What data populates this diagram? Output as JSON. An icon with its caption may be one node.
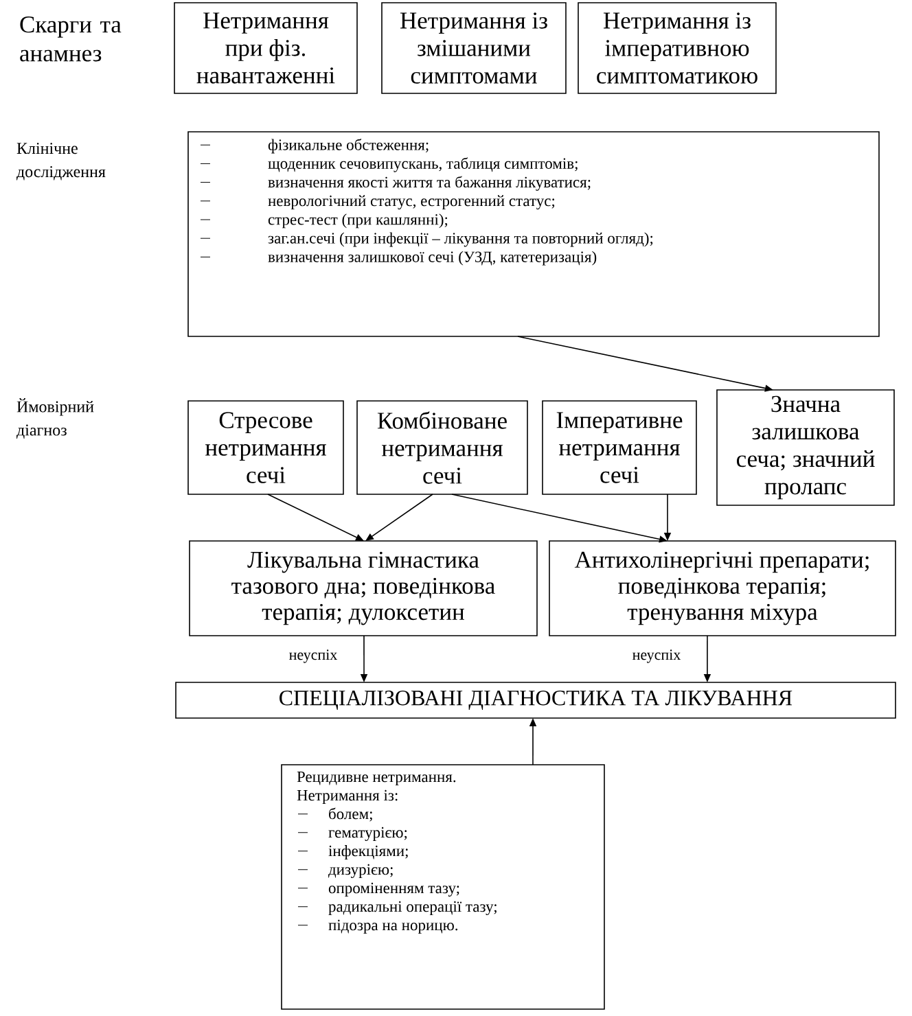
{
  "diagram": {
    "nodes": [
      {
        "text": [
          "Нетримання при фіз. навантаженні"
        ]
      },
      {
        "text": [
          "Нетримання із змішаними симптомами"
        ]
      },
      {
        "text": [
          "Нетримання із імперативною симптоматикою"
        ]
      },
      {
        "text": [
          "фізикальне обстеження;",
          "щоденник сечовипускань, таблиця симптомів;",
          "визначення якості життя та бажання лікуватися;",
          "неврологічний статус, естрогенний статус;",
          "стрес-тест (при кашлянні);",
          "заг.ан.сечі (при інфекції – лікування та повторний огляд);",
          "визначення залишкової сечі (УЗД, катетеризація)"
        ]
      },
      {
        "text": [
          "Стресове нетримання сечі"
        ]
      },
      {
        "text": [
          "Комбіноване нетримання сечі"
        ]
      },
      {
        "text": [
          "Імперативне нетримання сечі"
        ]
      },
      {
        "text": [
          "Значна залишкова сеча; значний пролапс"
        ]
      },
      {
        "text": [
          "Лікувальна гімнастика тазового дна; поведінкова терапія; дулоксетин"
        ]
      },
      {
        "text": [
          "Антихолінергічні препарати; поведінкова терапія; тренування міхура"
        ]
      },
      {
        "text": [
          "СПЕЦІАЛІЗОВАНІ ДІАГНОСТИКА ТА ЛІКУВАННЯ"
        ]
      },
      {
        "text": [
          "Рецидивне нетримання.",
          "Нетримання із:",
          "болем;",
          "гематурією;",
          "інфекціями;",
          "дизурією;",
          "опроміненням тазу;",
          "радикальні операції тазу;",
          "підозра на норицю."
        ]
      }
    ],
    "edges": [
      {
        "from": 3,
        "to": 7,
        "arrow": "to"
      },
      {
        "from": 4,
        "to": 8,
        "arrow": "to"
      },
      {
        "from": 5,
        "to": 8,
        "arrow": "to"
      },
      {
        "from": 5,
        "to": 9,
        "arrow": "to"
      },
      {
        "from": 6,
        "to": 9,
        "arrow": "to"
      },
      {
        "from": 8,
        "to": 10,
        "arrow": "to",
        "label": "неуспіх"
      },
      {
        "from": 9,
        "to": 10,
        "arrow": "to",
        "label": "неуспіх"
      },
      {
        "from": 11,
        "to": 10,
        "arrow": "to"
      }
    ],
    "labels": [
      "Скарги та анамнез",
      "Клінічне дослідження",
      "Ймовірний діагноз"
    ]
  }
}
